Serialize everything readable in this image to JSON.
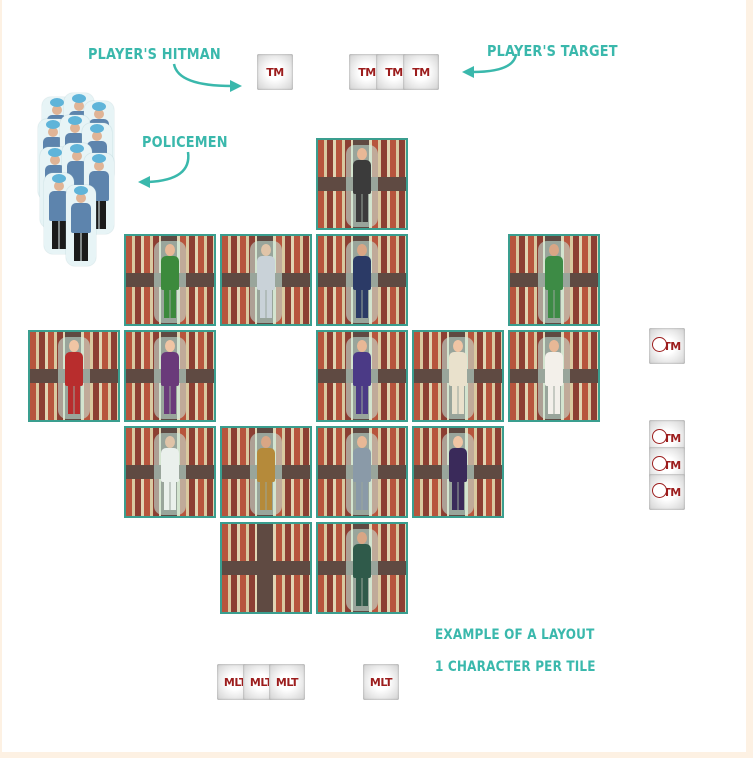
{
  "labels": {
    "players_hitman": "PLAYER'S HITMAN",
    "players_target": "PLAYER'S TARGET",
    "policemen": "POLICEMEN",
    "example_line1": "EXAMPLE OF A LAYOUT",
    "example_line2": "1 CHARACTER PER TILE"
  },
  "tokens": {
    "hitman": "TM",
    "target": [
      "TM",
      "TM",
      "TM"
    ],
    "right_single": "TM",
    "right_stack": [
      "TM",
      "TM",
      "TM"
    ],
    "bottom_stack": [
      "MLT",
      "MLT",
      "MLT"
    ],
    "bottom_single": "MLT"
  },
  "colors": {
    "accent": "#3ab8ac",
    "tile_border": "#3a9e8f",
    "token_red": "#9c1d1d"
  },
  "tiles": [
    {
      "character": "man-in-vest",
      "figure_color": "#3b3b3b",
      "skin": "#e8b896"
    },
    {
      "character": "woman-green-dress",
      "figure_color": "#3c8a3c",
      "skin": "#e8b896"
    },
    {
      "character": "old-man-white-suit",
      "figure_color": "#c9d2d8",
      "skin": "#e0c4a8"
    },
    {
      "character": "man-blue-cap",
      "figure_color": "#2b3a66",
      "skin": "#d9a685"
    },
    {
      "character": "man-green-hoodie",
      "figure_color": "#3d8b45",
      "skin": "#d9a685"
    },
    {
      "character": "woman-red-top",
      "figure_color": "#b82d2d",
      "skin": "#f0c5a4"
    },
    {
      "character": "woman-purple-jacket",
      "figure_color": "#6a3a7a",
      "skin": "#f0c5a4"
    },
    {
      "character": "woman-purple-dress",
      "figure_color": "#4b3a86",
      "skin": "#e8b896"
    },
    {
      "character": "tennis-player",
      "figure_color": "#e9e1cc",
      "skin": "#f0c5a4"
    },
    {
      "character": "chef",
      "figure_color": "#f3f0ea",
      "skin": "#e8b896"
    },
    {
      "character": "man-white-coat",
      "figure_color": "#eaf0ec",
      "skin": "#e0c4a8"
    },
    {
      "character": "man-yellow-jacket",
      "figure_color": "#b58a3a",
      "skin": "#d9a685"
    },
    {
      "character": "man-grey-suit",
      "figure_color": "#8a9aa8",
      "skin": "#e8b896"
    },
    {
      "character": "woman-purple-hair",
      "figure_color": "#3a2a5a",
      "skin": "#f0c5a4"
    },
    {
      "character": "empty",
      "figure_color": "",
      "skin": ""
    },
    {
      "character": "man-green-suit",
      "figure_color": "#2f5a4a",
      "skin": "#d9a685"
    }
  ]
}
